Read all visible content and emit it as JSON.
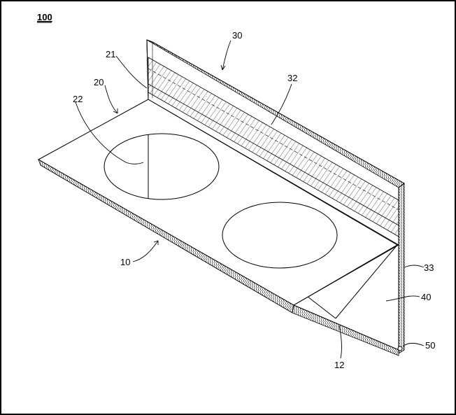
{
  "figure": {
    "number": "100"
  },
  "labels": {
    "l10": "10",
    "l12": "12",
    "l20": "20",
    "l21": "21",
    "l22": "22",
    "l30": "30",
    "l32": "32",
    "l33": "33",
    "l40": "40",
    "l50": "50"
  },
  "colors": {
    "line": "#000000",
    "background": "#ffffff"
  }
}
